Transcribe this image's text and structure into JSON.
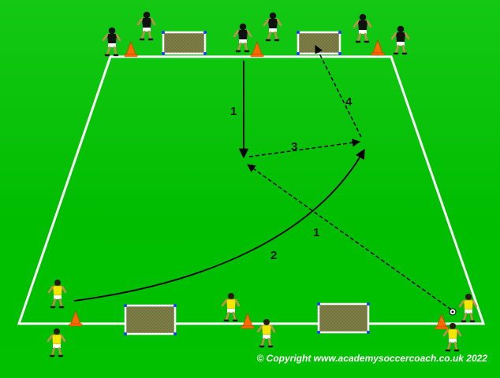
{
  "diagram": {
    "pass_labels": [
      "1",
      "2",
      "3",
      "4",
      "1"
    ],
    "copyright": "© Copyright www.academysoccercoach.co.uk 2022",
    "colors": {
      "grass": "#00c000",
      "lines": "#ffffff",
      "cone": "#ff6a00",
      "team_black": "#111111",
      "team_yellow": "#f5e600",
      "arrows": "#000000"
    }
  }
}
